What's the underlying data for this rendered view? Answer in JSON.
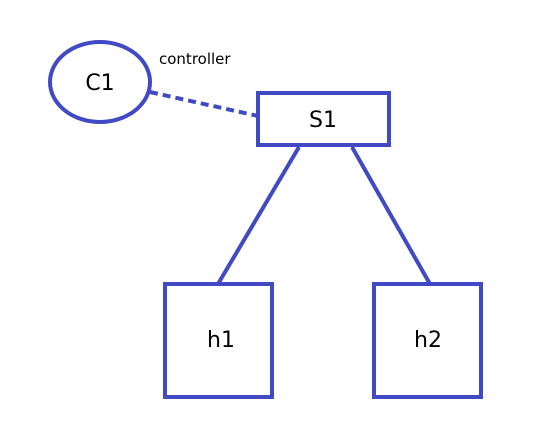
{
  "diagram": {
    "stroke_color": "#4149c4",
    "nodes": {
      "controller": {
        "label": "C1",
        "shape": "ellipse"
      },
      "switch": {
        "label": "S1",
        "shape": "rectangle"
      },
      "host1": {
        "label": "h1",
        "shape": "rectangle"
      },
      "host2": {
        "label": "h2",
        "shape": "rectangle"
      }
    },
    "link_labels": {
      "controller_link": "controller"
    },
    "links": [
      {
        "from": "C1",
        "to": "S1",
        "style": "dashed"
      },
      {
        "from": "S1",
        "to": "h1",
        "style": "solid"
      },
      {
        "from": "S1",
        "to": "h2",
        "style": "solid"
      }
    ]
  }
}
